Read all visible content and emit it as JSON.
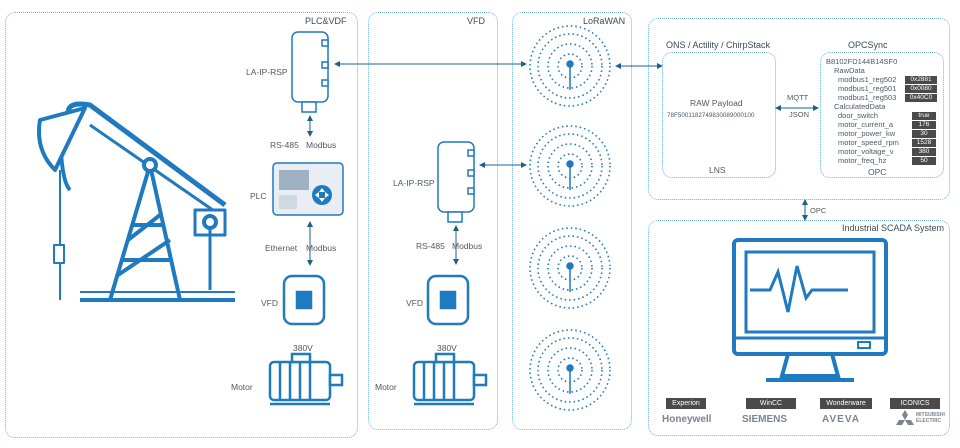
{
  "colors": {
    "primary": "#1f7ac0",
    "panel_border": "#6fb4d6",
    "badge_bg": "#4a4a4a",
    "text": "#4d5a64"
  },
  "panels": {
    "plc_vdf": "PLC&VDF",
    "vfd": "VFD",
    "lorawan": "LoRaWAN",
    "opcsync": "OPCSync",
    "scada": "Industrial SCADA System"
  },
  "plc_vdf": {
    "device": "LA-IP-RSP",
    "link_rs485": "RS-485",
    "link_modbus": "Modbus",
    "plc": "PLC",
    "link_ethernet": "Ethernet",
    "link_modbus2": "Modbus",
    "vfd": "VFD",
    "voltage": "380V",
    "motor": "Motor"
  },
  "vfd_panel": {
    "device": "LA-IP-RSP",
    "link_rs485": "RS-485",
    "link_modbus": "Modbus",
    "vfd": "VFD",
    "voltage": "380V",
    "motor": "Motor"
  },
  "lns": {
    "title": "ONS / Actility / ChirpStack",
    "payload_label": "RAW Payload",
    "payload_hex": "78F5001182749830089000100",
    "footer": "LNS",
    "mqtt": "MQTT",
    "json": "JSON"
  },
  "opc": {
    "device_id": "B8102FD144B14SF0",
    "raw_header": "RawData",
    "raw": [
      {
        "name": "modbus1_reg502",
        "value": "0x2881"
      },
      {
        "name": "modbus1_reg501",
        "value": "0x0080"
      },
      {
        "name": "modbus1_reg503",
        "value": "0x40C0"
      }
    ],
    "calc_header": "CalculatedData",
    "calc": [
      {
        "name": "door_switch",
        "value": "true"
      },
      {
        "name": "motor_current_a",
        "value": "176"
      },
      {
        "name": "motor_power_kw",
        "value": "30"
      },
      {
        "name": "motor_speed_rpm",
        "value": "1528"
      },
      {
        "name": "motor_voltage_v",
        "value": "380"
      },
      {
        "name": "motor_freq_hz",
        "value": "50"
      }
    ],
    "footer": "OPC",
    "link": "OPC"
  },
  "scada": {
    "products": [
      "Experion",
      "WinCC",
      "Wonderware",
      "ICONICS"
    ],
    "brands": [
      "Honeywell",
      "SIEMENS",
      "AVEVA",
      "MITSUBISHI ELECTRIC"
    ]
  }
}
